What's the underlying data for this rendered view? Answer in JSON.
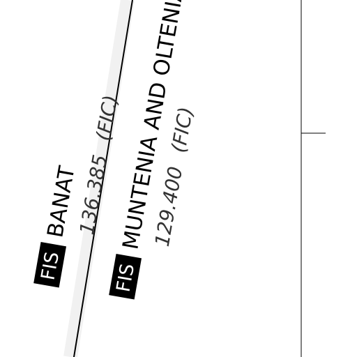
{
  "sectors": [
    {
      "fis_tag": "FIS",
      "name": "BANAT",
      "frequency": "136.385",
      "unit": "(FIC)"
    },
    {
      "fis_tag": "FIS",
      "name": "MUNTENIA AND OLTENIA",
      "frequency": "129.400",
      "unit": "(FIC)"
    }
  ],
  "colors": {
    "line": "#000000",
    "boundary_halo": "#f1f1f1",
    "fis_badge": "#000000",
    "frequency_text": "#333333"
  }
}
